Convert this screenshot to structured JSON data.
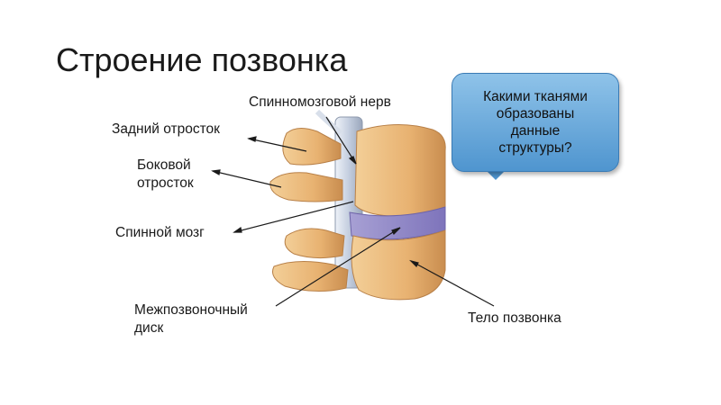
{
  "title": "Строение позвонка",
  "labels": {
    "spinal_nerve": "Спинномозговой нерв",
    "posterior_process": "Задний отросток",
    "lateral_process": "Боковой\nотросток",
    "spinal_cord": "Спинной мозг",
    "intervertebral_disc": "Межпозвоночный\nдиск",
    "vertebral_body": "Тело позвонка"
  },
  "callout": {
    "text": "Какими тканями\nобразованы\nданные\nструктуры?"
  },
  "colors": {
    "bone": "#e9b97d",
    "bone_shadow": "#c98d4f",
    "disc": "#8f86c6",
    "cord": "#c9d2e2",
    "callout": "#5b9fd6"
  }
}
